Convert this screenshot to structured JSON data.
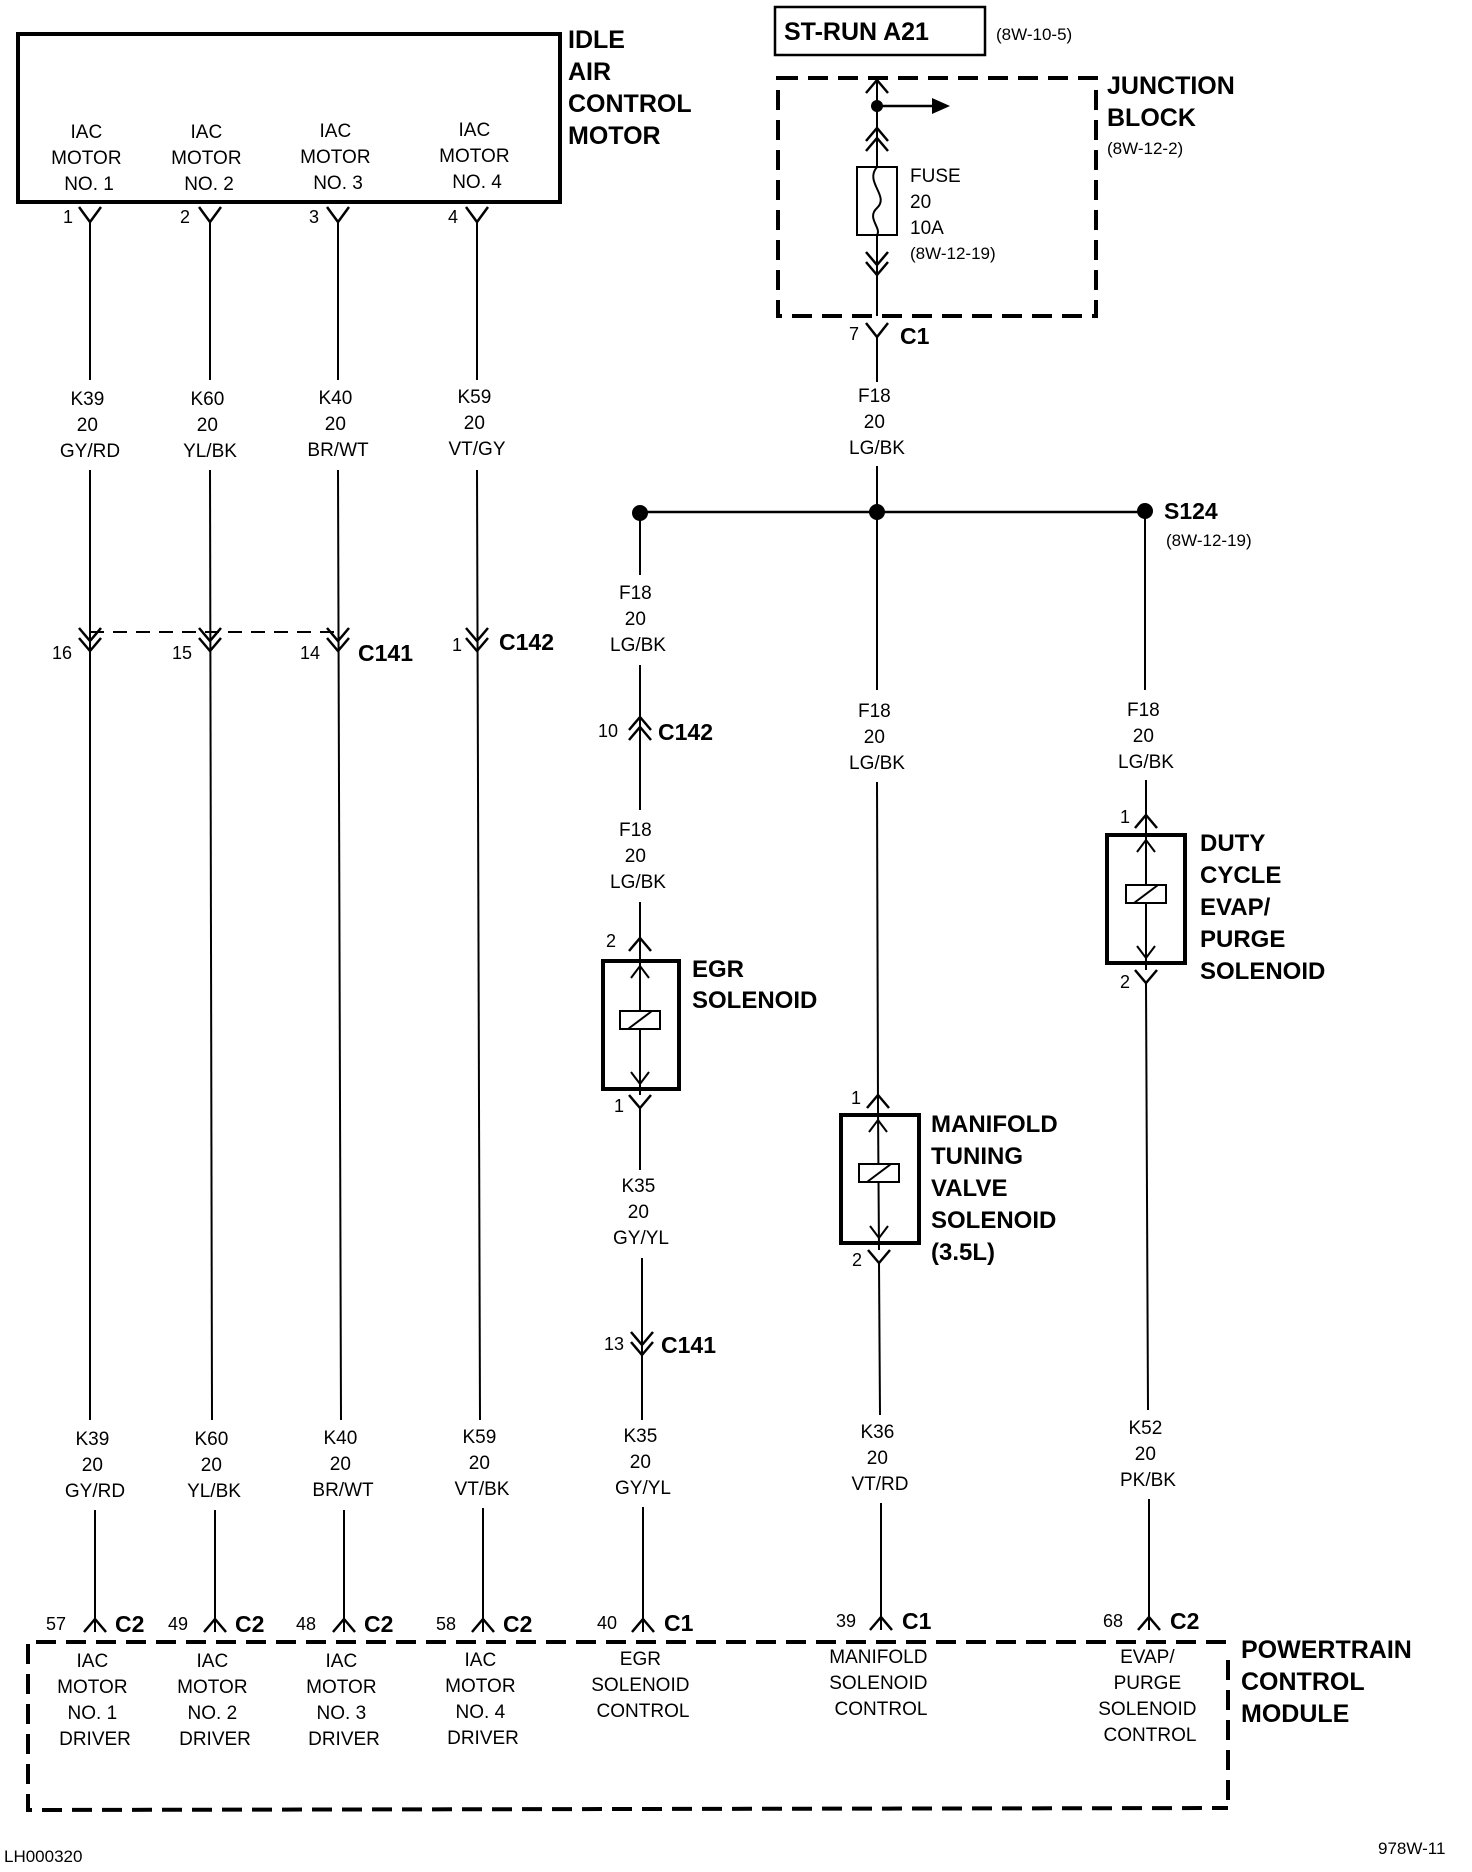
{
  "iac_motor": {
    "title": [
      "IDLE",
      "AIR",
      "CONTROL",
      "MOTOR"
    ],
    "pins": [
      {
        "label": [
          "IAC",
          "MOTOR",
          "NO. 1"
        ],
        "pin": "1"
      },
      {
        "label": [
          "IAC",
          "MOTOR",
          "NO. 2"
        ],
        "pin": "2"
      },
      {
        "label": [
          "IAC",
          "MOTOR",
          "NO. 3"
        ],
        "pin": "3"
      },
      {
        "label": [
          "IAC",
          "MOTOR",
          "NO. 4"
        ],
        "pin": "4"
      }
    ]
  },
  "iac_wires_top": [
    {
      "circuit": "K39",
      "gauge": "20",
      "color": "GY/RD"
    },
    {
      "circuit": "K60",
      "gauge": "20",
      "color": "YL/BK"
    },
    {
      "circuit": "K40",
      "gauge": "20",
      "color": "BR/WT"
    },
    {
      "circuit": "K59",
      "gauge": "20",
      "color": "VT/GY"
    }
  ],
  "iac_connectors": {
    "c141_label": "C141",
    "c142_label": "C142",
    "pins": [
      "16",
      "15",
      "14",
      "1"
    ]
  },
  "iac_wires_bottom": [
    {
      "circuit": "K39",
      "gauge": "20",
      "color": "GY/RD"
    },
    {
      "circuit": "K60",
      "gauge": "20",
      "color": "YL/BK"
    },
    {
      "circuit": "K40",
      "gauge": "20",
      "color": "BR/WT"
    },
    {
      "circuit": "K59",
      "gauge": "20",
      "color": "VT/BK"
    }
  ],
  "st_run": {
    "label": "ST-RUN A21",
    "ref": "(8W-10-5)"
  },
  "junction_block": {
    "title": [
      "JUNCTION",
      "BLOCK"
    ],
    "ref": "(8W-12-2)",
    "fuse": [
      "FUSE",
      "20",
      "10A",
      "(8W-12-19)"
    ],
    "out_pin": "7",
    "out_connector": "C1"
  },
  "feed_wire": {
    "circuit": "F18",
    "gauge": "20",
    "color": "LG/BK"
  },
  "splice": {
    "label": "S124",
    "ref": "(8W-12-19)"
  },
  "egr": {
    "wire_top": {
      "circuit": "F18",
      "gauge": "20",
      "color": "LG/BK"
    },
    "c142_pin": "10",
    "c142_label": "C142",
    "wire_mid": {
      "circuit": "F18",
      "gauge": "20",
      "color": "LG/BK"
    },
    "pin_top": "2",
    "pin_bottom": "1",
    "title": [
      "EGR",
      "SOLENOID"
    ],
    "wire_low": {
      "circuit": "K35",
      "gauge": "20",
      "color": "GY/YL"
    },
    "c141_pin": "13",
    "c141_label": "C141",
    "wire_bottom": {
      "circuit": "K35",
      "gauge": "20",
      "color": "GY/YL"
    }
  },
  "mtv": {
    "wire_top": {
      "circuit": "F18",
      "gauge": "20",
      "color": "LG/BK"
    },
    "pin_top": "1",
    "pin_bottom": "2",
    "title": [
      "MANIFOLD",
      "TUNING",
      "VALVE",
      "SOLENOID",
      "(3.5L)"
    ],
    "wire_bottom": {
      "circuit": "K36",
      "gauge": "20",
      "color": "VT/RD"
    }
  },
  "evap": {
    "wire_top": {
      "circuit": "F18",
      "gauge": "20",
      "color": "LG/BK"
    },
    "pin_top": "1",
    "pin_bottom": "2",
    "title": [
      "DUTY",
      "CYCLE",
      "EVAP/",
      "PURGE",
      "SOLENOID"
    ],
    "wire_bottom": {
      "circuit": "K52",
      "gauge": "20",
      "color": "PK/BK"
    }
  },
  "pcm": {
    "title": [
      "POWERTRAIN",
      "CONTROL",
      "MODULE"
    ],
    "pins": [
      {
        "pin": "57",
        "conn": "C2",
        "label": [
          "IAC",
          "MOTOR",
          "NO. 1",
          "DRIVER"
        ]
      },
      {
        "pin": "49",
        "conn": "C2",
        "label": [
          "IAC",
          "MOTOR",
          "NO. 2",
          "DRIVER"
        ]
      },
      {
        "pin": "48",
        "conn": "C2",
        "label": [
          "IAC",
          "MOTOR",
          "NO. 3",
          "DRIVER"
        ]
      },
      {
        "pin": "58",
        "conn": "C2",
        "label": [
          "IAC",
          "MOTOR",
          "NO. 4",
          "DRIVER"
        ]
      },
      {
        "pin": "40",
        "conn": "C1",
        "label": [
          "EGR",
          "SOLENOID",
          "CONTROL"
        ]
      },
      {
        "pin": "39",
        "conn": "C1",
        "label": [
          "MANIFOLD",
          "SOLENOID",
          "CONTROL"
        ]
      },
      {
        "pin": "68",
        "conn": "C2",
        "label": [
          "EVAP/",
          "PURGE",
          "SOLENOID",
          "CONTROL"
        ]
      }
    ]
  },
  "footer": {
    "left": "LH000320",
    "right": "978W-11"
  }
}
